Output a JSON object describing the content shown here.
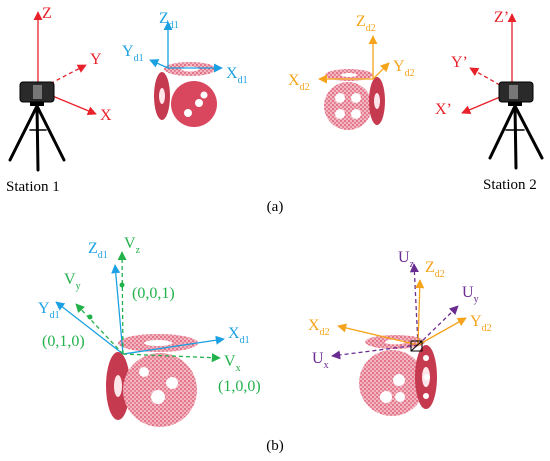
{
  "colors": {
    "red": "#e8212a",
    "cyan": "#1ba1e2",
    "orange": "#f5a31b",
    "green": "#22b24c",
    "purple": "#6a2c91",
    "target": "#d9475e",
    "black": "#000000"
  },
  "panel_a": {
    "caption": "(a)",
    "station1": {
      "label": "Station 1",
      "axis_z": "Z",
      "axis_y": "Y",
      "axis_x": "X"
    },
    "station2": {
      "label": "Station 2",
      "axis_z": "Z’",
      "axis_y": "Y’",
      "axis_x": "X’"
    },
    "target1": {
      "z_main": "Z",
      "z_sub": "d1",
      "y_main": "Y",
      "y_sub": "d1",
      "x_main": "X",
      "x_sub": "d1"
    },
    "target2": {
      "z_main": "Z",
      "z_sub": "d2",
      "y_main": "Y",
      "y_sub": "d2",
      "x_main": "X",
      "x_sub": "d2"
    }
  },
  "panel_b": {
    "caption": "(b)",
    "left": {
      "z_main": "Z",
      "z_sub": "d1",
      "y_main": "Y",
      "y_sub": "d1",
      "x_main": "X",
      "x_sub": "d1",
      "vz_main": "V",
      "vz_sub": "z",
      "vy_main": "V",
      "vy_sub": "y",
      "vx_main": "V",
      "vx_sub": "x",
      "pt_z": "(0,0,1)",
      "pt_y": "(0,1,0)",
      "pt_x": "(1,0,0)"
    },
    "right": {
      "uz_main": "U",
      "uz_sub": "z",
      "z_main": "Z",
      "z_sub": "d2",
      "uy_main": "U",
      "uy_sub": "y",
      "y_main": "Y",
      "y_sub": "d2",
      "x_main": "X",
      "x_sub": "d2",
      "ux_main": "U",
      "ux_sub": "x"
    }
  }
}
